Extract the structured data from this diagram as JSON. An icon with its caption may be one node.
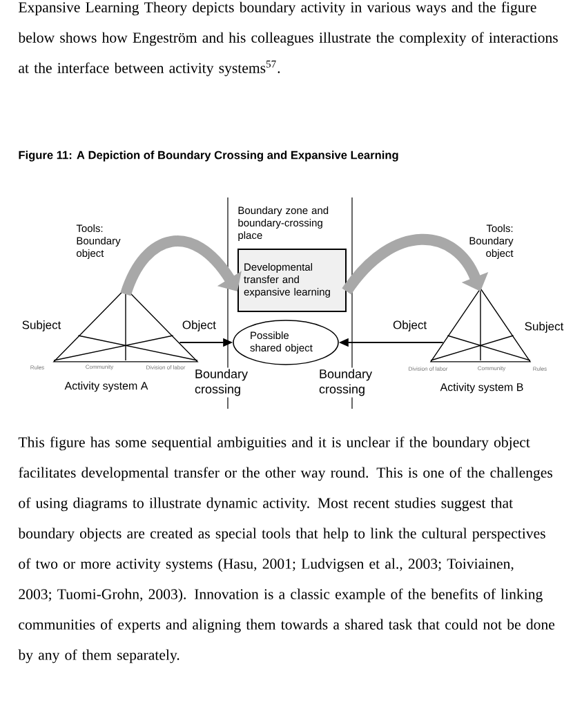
{
  "diagram": {
    "title": "Figure 11: A Depiction of Boundary Crossing and Expansive Learning",
    "nodes": [
      {
        "text": [],
        "shape": "triangle",
        "beside": [
          "Tools: Boundary object",
          "Subject",
          "Rules",
          "Community",
          "Division of labor",
          "Activity system A"
        ]
      },
      {
        "text": [
          "Developmental transfer and expansive learning"
        ],
        "beside": [
          "Boundary zone and boundary-crossing place"
        ]
      },
      {
        "text": [
          "Possible shared object"
        ]
      },
      {
        "text": [],
        "shape": "triangle",
        "beside": [
          "Tools: Boundary object",
          "Subject",
          "Division of labor",
          "Community",
          "Rules",
          "Activity system B"
        ]
      }
    ],
    "edges": [
      {
        "from": 0,
        "to": 1,
        "arrow": "to",
        "style": "thick",
        "color": "#a8a8a8"
      },
      {
        "from": 1,
        "to": 3,
        "arrow": "to",
        "style": "thick",
        "color": "#a8a8a8"
      },
      {
        "from": 0,
        "to": 2,
        "arrow": "to",
        "label": "Object",
        "color": "#000000"
      },
      {
        "from": 3,
        "to": 2,
        "arrow": "to",
        "label": "Object",
        "color": "#000000"
      }
    ],
    "labels": [
      "Expansive Learning Theory depicts boundary activity in various ways and the figure below shows how Engeström and his colleagues illustrate the complexity of interactions at the interface between activity systems$^{57}$.",
      "Boundary crossing",
      "Boundary crossing",
      "This figure has some sequential ambiguities and it is unclear if the boundary object facilitates developmental transfer or the other way round. This is one of the challenges of using diagrams to illustrate dynamic activity. Most recent studies suggest that boundary objects are created as special tools that help to link the cultural perspectives of two or more activity systems (Hasu, 2001; Ludvigsen et al., 2003; Toiviainen, 2003; Tuomi-Grohn, 2003). Innovation is a classic example of the benefits of linking communities of experts and aligning them towards a shared task that could not be done by any of them separately."
    ]
  }
}
